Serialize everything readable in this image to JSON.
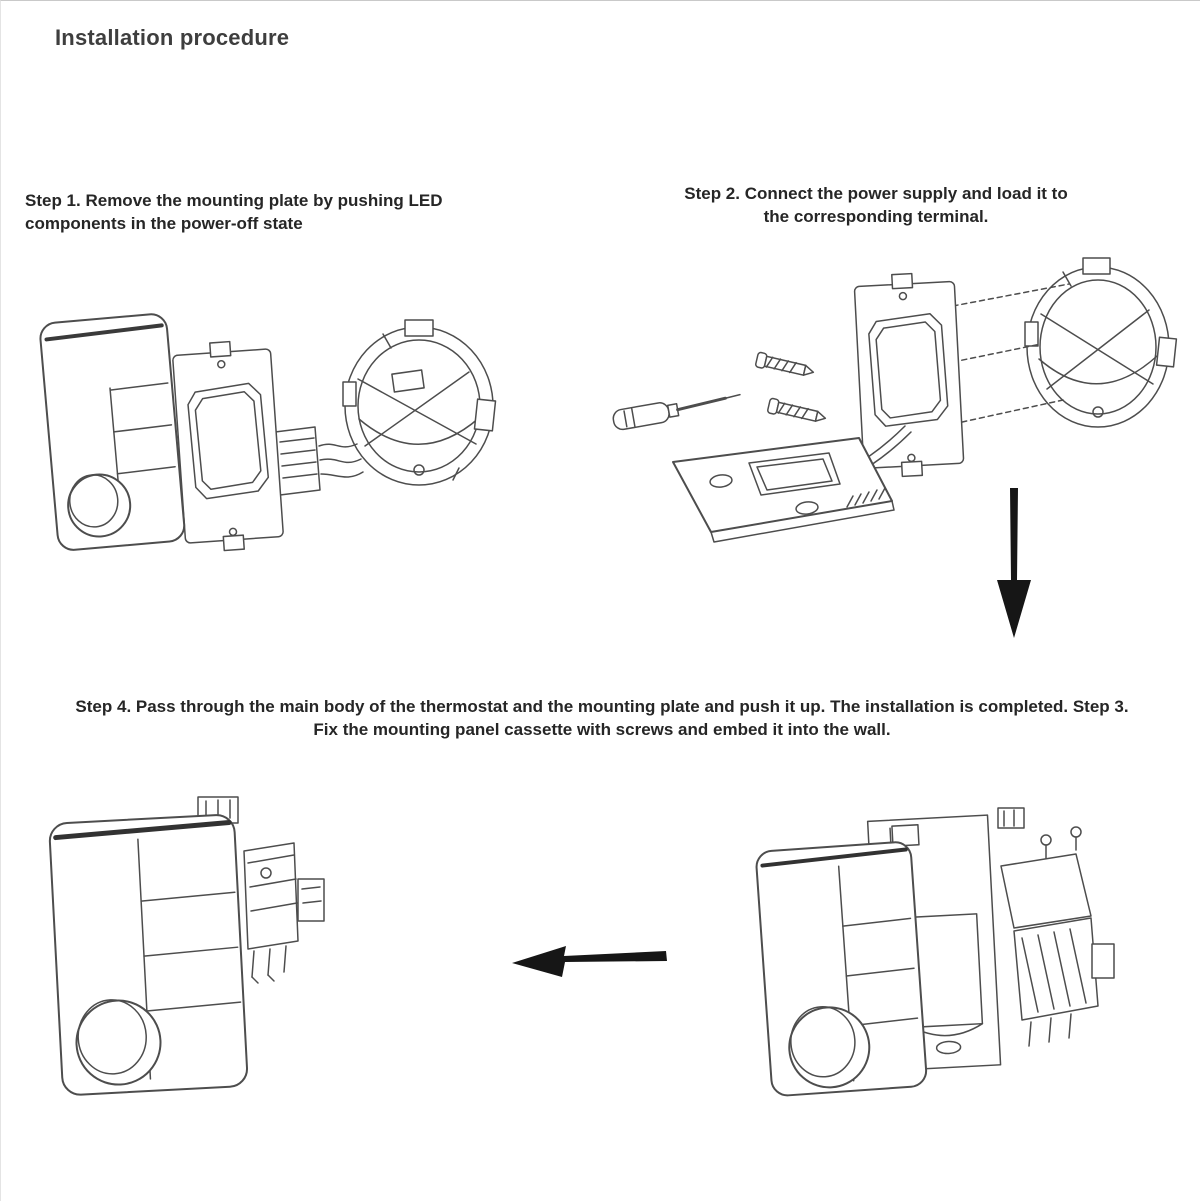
{
  "page": {
    "title": "Installation procedure"
  },
  "steps": {
    "step1": "Step 1. Remove the mounting plate by pushing LED\ncomponents in the power-off state",
    "step2": "Step 2. Connect the power supply and load it to\nthe corresponding terminal.",
    "step4_3": "Step 4. Pass through the main body of the thermostat and the mounting plate and push it up. The installation is completed. Step 3.\nFix the mounting panel cassette with screws and embed it into the wall."
  },
  "icons": {
    "down_arrow": "down-arrow-icon",
    "left_arrow": "left-arrow-icon"
  },
  "colors": {
    "line": "#4d4d4d",
    "text": "#262626",
    "arrow": "#161616"
  }
}
